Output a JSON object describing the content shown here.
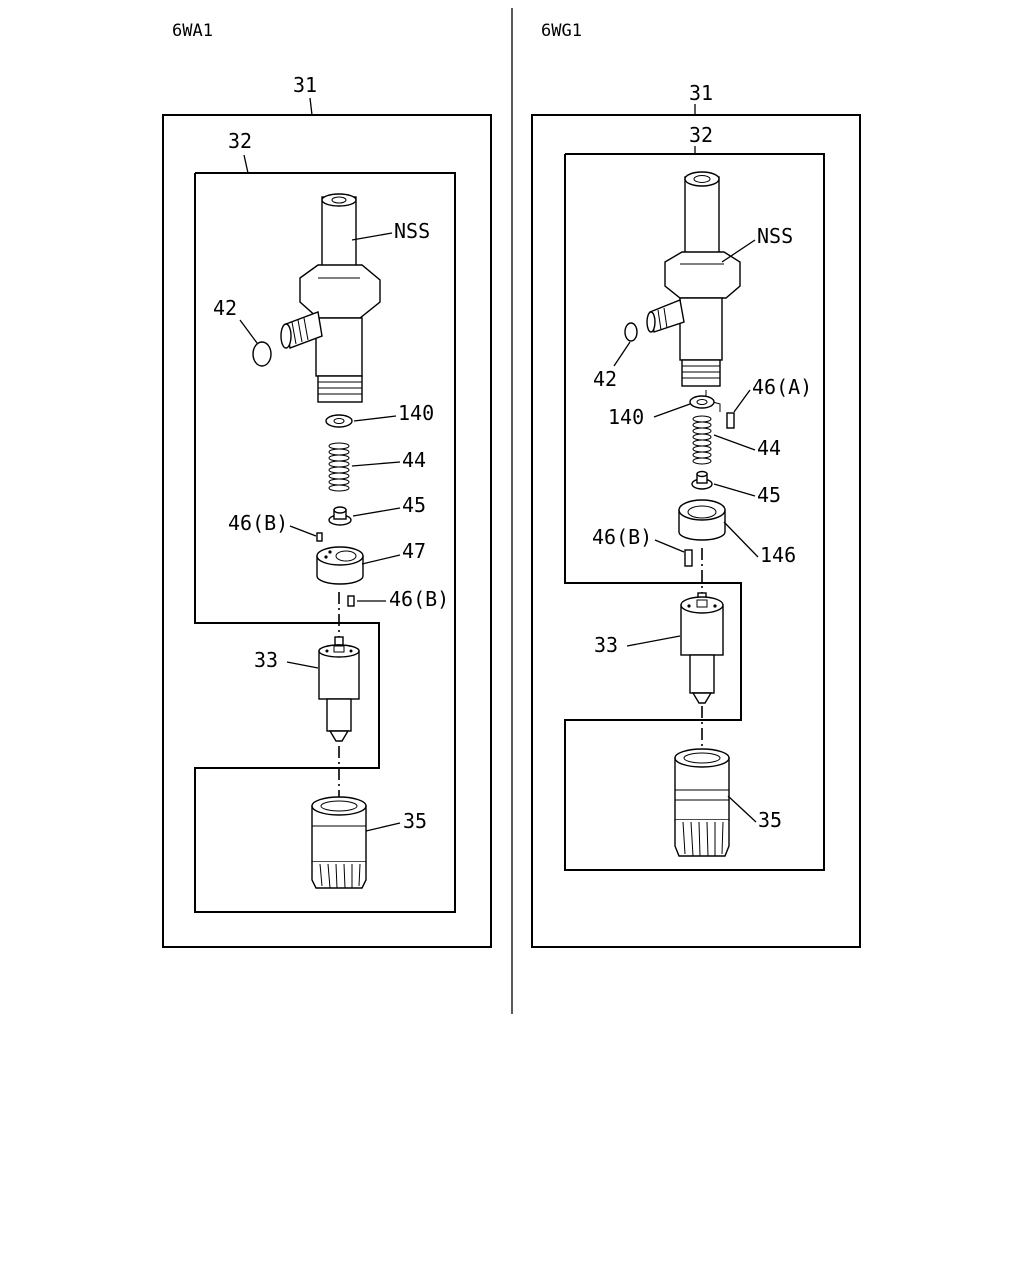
{
  "left": {
    "title": "6WA1",
    "labels": {
      "l31": "31",
      "l32": "32",
      "nss": "NSS",
      "l42": "42",
      "l140": "140",
      "l44": "44",
      "l45": "45",
      "l46b_top": "46(B)",
      "l47": "47",
      "l46b_side": "46(B)",
      "l33": "33",
      "l35": "35"
    }
  },
  "right": {
    "title": "6WG1",
    "labels": {
      "l31": "31",
      "l32": "32",
      "nss": "NSS",
      "l42": "42",
      "l46a": "46(A)",
      "l140": "140",
      "l44": "44",
      "l45": "45",
      "l146": "146",
      "l46b": "46(B)",
      "l33": "33",
      "l35": "35"
    }
  }
}
